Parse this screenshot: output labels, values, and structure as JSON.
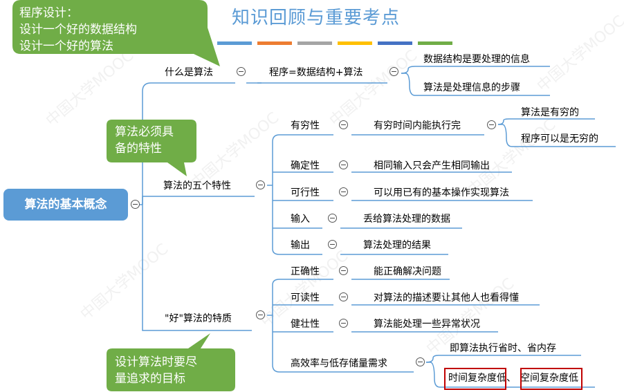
{
  "title": "知识回顾与重要考点",
  "title_bar_colors": [
    "#5b9bd5",
    "#ed7d31",
    "#a5a5a5",
    "#ffc000",
    "#4472c4",
    "#70ad47"
  ],
  "root": {
    "label": "算法的基本概念",
    "color": "#5b9bd5"
  },
  "toggle_symbol": "−",
  "branches": {
    "what": {
      "label": "什么是算法",
      "child": "程序=数据结构+算法",
      "leaves": [
        "数据结构是要处理的信息",
        "算法是处理信息的步骤"
      ]
    },
    "five": {
      "label": "算法的五个特性",
      "finite": {
        "label": "有穷性",
        "desc": "有穷时间内能执行完",
        "leaves": [
          "算法是有穷的",
          "程序可以是无穷的"
        ]
      },
      "definite": {
        "label": "确定性",
        "desc": "相同输入只会产生相同输出"
      },
      "feasible": {
        "label": "可行性",
        "desc": "可以用已有的基本操作实现算法"
      },
      "input": {
        "label": "输入",
        "desc": "丢给算法处理的数据"
      },
      "output": {
        "label": "输出",
        "desc": "算法处理的结果"
      }
    },
    "good": {
      "label": "\"好\"算法的特质",
      "correct": {
        "label": "正确性",
        "desc": "能正确解决问题"
      },
      "readable": {
        "label": "可读性",
        "desc": "对算法的描述要让其他人也看得懂"
      },
      "robust": {
        "label": "健壮性",
        "desc": "算法能处理一些异常状况"
      },
      "efficient": {
        "label": "高效率与低存储量需求",
        "desc1": "即算法执行省时、省内存",
        "time": "时间复杂度",
        "low1": "低、",
        "space": "空间复杂度",
        "low2": "低"
      }
    }
  },
  "callouts": {
    "program": {
      "line1": "程序设计：",
      "line2": "设计一个好的数据结构",
      "line3": "设计一个好的算法"
    },
    "traits": {
      "line1": "算法必须具",
      "line2": "备的特性"
    },
    "goal": {
      "line1": "设计算法时要尽",
      "line2": "量追求的目标"
    }
  },
  "callout_color": "#70ad47",
  "watermark": "中国大学MOOC"
}
